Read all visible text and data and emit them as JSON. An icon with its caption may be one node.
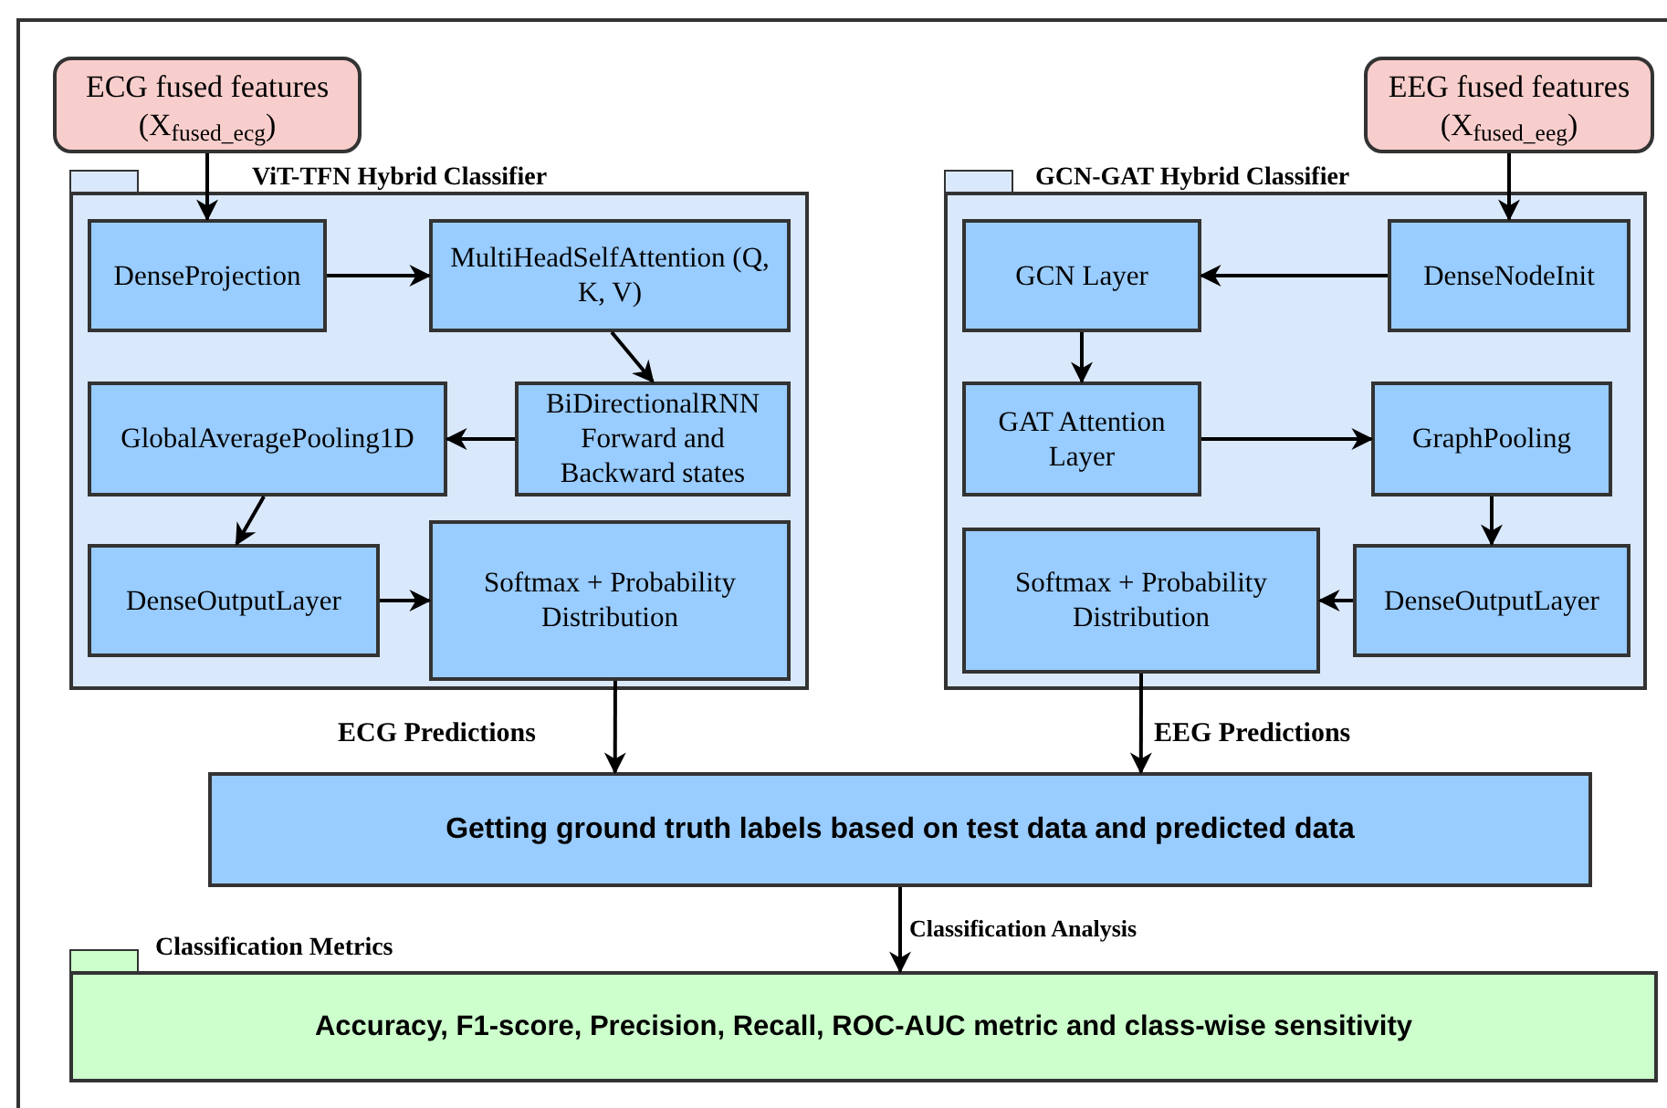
{
  "diagram": {
    "nodes": [
      {
        "text": [
          "ECG fused features (X$_{fused_ecg}$)"
        ]
      },
      {
        "text": [
          "ViT-TFN Hybrid Classifier"
        ]
      },
      {
        "text": [
          "DenseProjection"
        ],
        "in": 1
      },
      {
        "text": [
          "MultiHeadSelfAttention (Q, K, V)"
        ],
        "in": 1
      },
      {
        "text": [
          "BiDirectionalRNN Forward and Backward states"
        ],
        "in": 1
      },
      {
        "text": [
          "GlobalAveragePooling1D"
        ],
        "in": 1
      },
      {
        "text": [
          "DenseOutputLayer"
        ],
        "in": 1
      },
      {
        "text": [
          "Softmax + Probability Distribution"
        ],
        "in": 1
      },
      {
        "text": [
          "EEG fused features (X$_{fused_eeg}$)"
        ]
      },
      {
        "text": [
          "GCN-GAT Hybrid Classifier"
        ]
      },
      {
        "text": [
          "DenseNodeInit"
        ],
        "in": 9
      },
      {
        "text": [
          "GCN Layer"
        ],
        "in": 9
      },
      {
        "text": [
          "GAT Attention Layer"
        ],
        "in": 9
      },
      {
        "text": [
          "GraphPooling"
        ],
        "in": 9
      },
      {
        "text": [
          "DenseOutputLayer"
        ],
        "in": 9
      },
      {
        "text": [
          "Softmax + Probability Distribution"
        ],
        "in": 9
      },
      {
        "text": [
          "Getting ground truth labels based on test data and predicted data"
        ]
      },
      {
        "text": [
          "Classification Metrics",
          "Accuracy, F1-score, Precision, Recall, ROC-AUC metric and class-wise sensitivity"
        ]
      }
    ],
    "edges": [
      {
        "from": 0,
        "to": 2,
        "arrow": "to"
      },
      {
        "from": 2,
        "to": 3,
        "arrow": "to"
      },
      {
        "from": 3,
        "to": 4,
        "arrow": "to"
      },
      {
        "from": 4,
        "to": 5,
        "arrow": "to"
      },
      {
        "from": 5,
        "to": 6,
        "arrow": "to"
      },
      {
        "from": 6,
        "to": 7,
        "arrow": "to"
      },
      {
        "from": 7,
        "to": 16,
        "arrow": "to",
        "label": "ECG Predictions"
      },
      {
        "from": 8,
        "to": 10,
        "arrow": "to"
      },
      {
        "from": 10,
        "to": 11,
        "arrow": "to"
      },
      {
        "from": 11,
        "to": 12,
        "arrow": "to"
      },
      {
        "from": 12,
        "to": 13,
        "arrow": "to"
      },
      {
        "from": 13,
        "to": 14,
        "arrow": "to"
      },
      {
        "from": 14,
        "to": 15,
        "arrow": "to"
      },
      {
        "from": 15,
        "to": 16,
        "arrow": "to",
        "label": "EEG Predictions"
      },
      {
        "from": 16,
        "to": 17,
        "arrow": "to",
        "label": "Classification Analysis"
      }
    ]
  }
}
